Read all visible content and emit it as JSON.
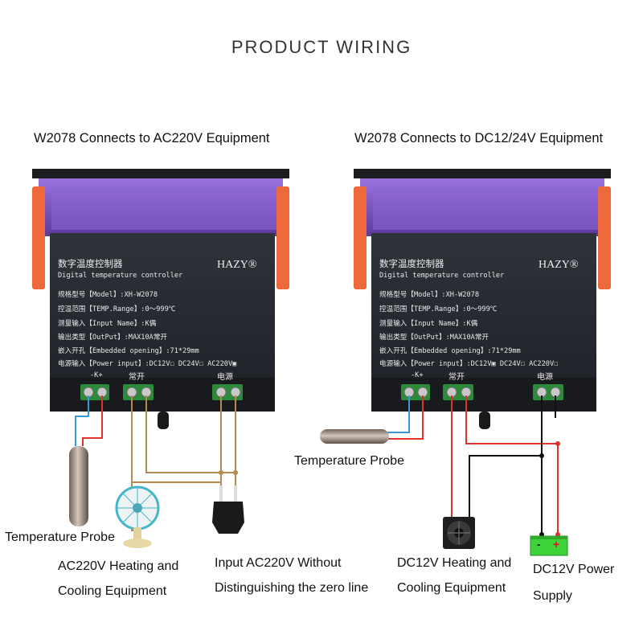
{
  "title": "PRODUCT WIRING",
  "panels": [
    {
      "subtitle": "W2078 Connects to AC220V Equipment",
      "device": {
        "name_cn": "数字温度控制器",
        "name_en": "Digital temperature controller",
        "brand": "HAZY®",
        "specs": [
          "规格型号【Model】:XH-W2078",
          "控温范围【TEMP.Range】:0～999℃",
          "测量输入【Input Name】:K偶",
          "输出类型【OutPut】:MAX10A常开",
          "嵌入开孔【Embedded opening】:71*29mm",
          "电源输入【Power input】:DC12V☐ DC24V☐ AC220V▣"
        ],
        "terminal_labels": [
          "-K+",
          "常开",
          "电源"
        ]
      },
      "captions": {
        "probe": "Temperature Probe",
        "equipment_line1": "AC220V Heating and",
        "equipment_line2": "Cooling Equipment",
        "input_line1": "Input AC220V Without",
        "input_line2": "Distinguishing the zero line"
      }
    },
    {
      "subtitle": "W2078 Connects to DC12/24V Equipment",
      "device": {
        "name_cn": "数字温度控制器",
        "name_en": "Digital temperature controller",
        "brand": "HAZY®",
        "specs": [
          "规格型号【Model】:XH-W2078",
          "控温范围【TEMP.Range】:0～999℃",
          "测量输入【Input Name】:K偶",
          "输出类型【OutPut】:MAX10A常开",
          "嵌入开孔【Embedded opening】:71*29mm",
          "电源输入【Power input】:DC12V▣ DC24V☐ AC220V☐"
        ],
        "terminal_labels": [
          "-K+",
          "常开",
          "电源"
        ]
      },
      "captions": {
        "probe": "Temperature Probe",
        "equipment_line1": "DC12V Heating and",
        "equipment_line2": "Cooling Equipment",
        "supply_line1": "DC12V Power",
        "supply_line2": "Supply"
      },
      "battery_signs": [
        "-",
        "+"
      ]
    }
  ],
  "colors": {
    "wire_blue": "#3a9ad8",
    "wire_red": "#e0322c",
    "wire_brown": "#b48a4e",
    "wire_black": "#111111",
    "clip_orange": "#ee6a3c",
    "device_body": "#262a30",
    "window_purple": "#7a4fc8",
    "battery_green": "#3ed33a"
  },
  "icons": [
    "thermocouple-probe-icon",
    "desk-fan-icon",
    "ac-plug-icon",
    "computer-fan-icon",
    "battery-icon"
  ]
}
